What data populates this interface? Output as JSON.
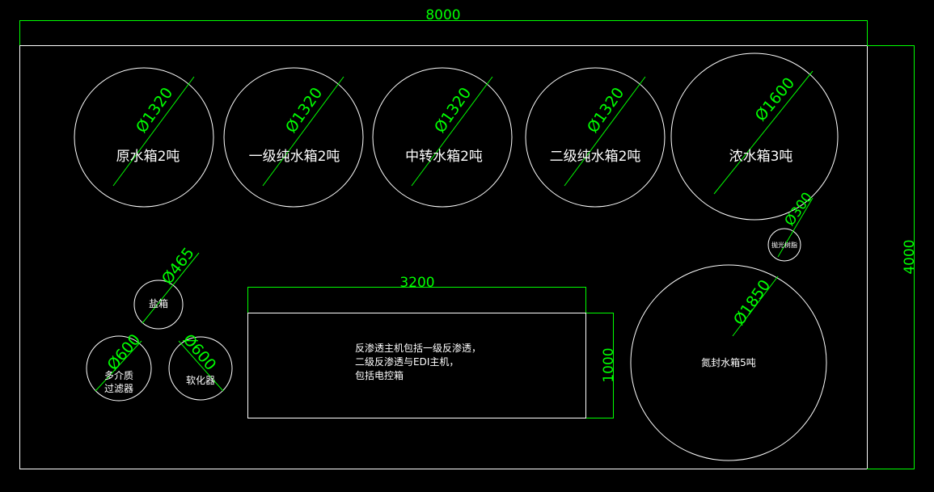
{
  "drawing": {
    "overall_width_dim": "8000",
    "overall_height_dim": "4000",
    "tanks": [
      {
        "name": "原水箱2吨",
        "dia": "Ø1320"
      },
      {
        "name": "一级纯水箱2吨",
        "dia": "Ø1320"
      },
      {
        "name": "中转水箱2吨",
        "dia": "Ø1320"
      },
      {
        "name": "二级纯水箱2吨",
        "dia": "Ø1320"
      },
      {
        "name": "浓水箱3吨",
        "dia": "Ø1600"
      }
    ],
    "polisher": {
      "name": "抛光树脂",
      "dia": "Ø300"
    },
    "nitrogen_tank": {
      "name": "氮封水箱5吨",
      "dia": "Ø1850"
    },
    "salt_box": {
      "name": "盐箱",
      "dia": "Ø465"
    },
    "media_filter": {
      "line1": "多介质",
      "line2": "过滤器",
      "dia": "Ø600"
    },
    "softener": {
      "name": "软化器",
      "dia": "Ø600"
    },
    "ro_unit": {
      "width_dim": "3200",
      "height_dim": "1000",
      "line1": "反渗透主机包括一级反渗透，",
      "line2": "二级反渗透与EDI主机，",
      "line3": "包括电控箱"
    }
  }
}
